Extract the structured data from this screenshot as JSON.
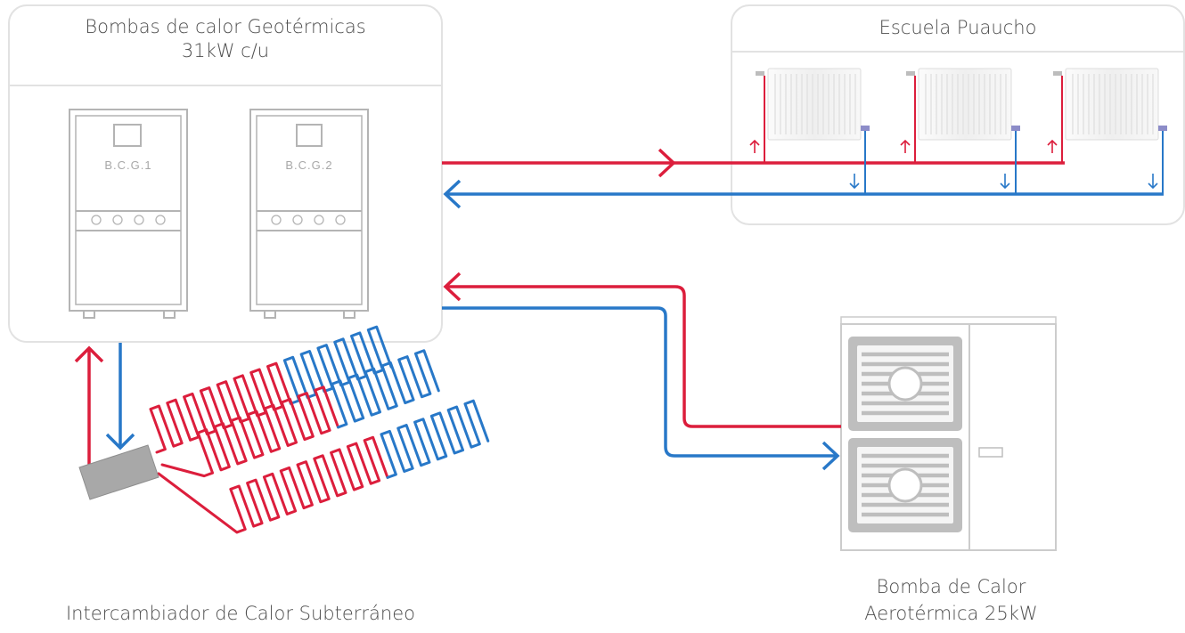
{
  "geothermal_panel": {
    "title_line1": "Bombas de calor Geotérmicas",
    "title_line2": "31kW c/u",
    "units": [
      {
        "label": "B.C.G.1"
      },
      {
        "label": "B.C.G.2"
      }
    ]
  },
  "school_panel": {
    "title": "Escuela Puaucho",
    "radiator_count": 3
  },
  "aerothermal_pump": {
    "caption_line1": "Bomba de Calor",
    "caption_line2": "Aerotérmica 25kW"
  },
  "ground_exchanger": {
    "caption": "Intercambiador de Calor Subterráneo"
  },
  "colors": {
    "supply_hot": "#dc1e3c",
    "return_cold": "#2878c8",
    "panel_border": "#e2e2e2",
    "equipment_stroke": "#b4b4b4",
    "exchanger_box": "#a8a8a8"
  }
}
